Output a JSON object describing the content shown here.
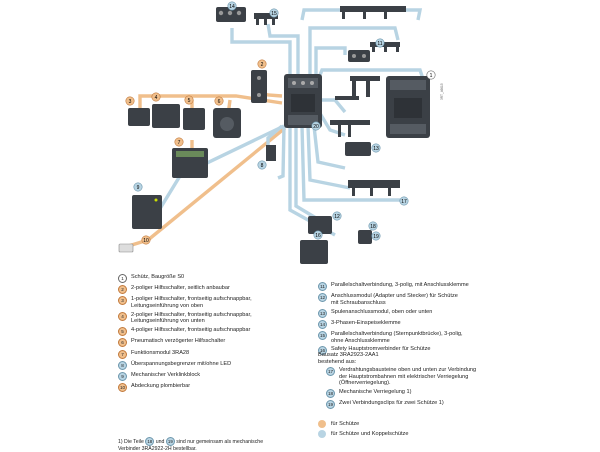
{
  "doc_id": "3RT_46615",
  "callouts": {
    "n1": "1",
    "n2": "2",
    "n3": "3",
    "n4": "4",
    "n5": "5",
    "n6": "6",
    "n7": "7",
    "n8": "8",
    "n9": "9",
    "n10": "10",
    "n11": "11",
    "n12": "12",
    "n13": "13",
    "n14": "14",
    "n15": "15",
    "n16": "16",
    "n17": "17",
    "n18": "18",
    "n19": "19",
    "n20": "20"
  },
  "legend_left": [
    {
      "n": "1",
      "style": "plain",
      "text": "Schütz, Baugröße S0"
    },
    {
      "n": "2",
      "style": "or",
      "text": "2-poliger Hilfsschalter, seitlich anbaubar"
    },
    {
      "n": "3",
      "style": "or",
      "text": "1-poliger Hilfsschalter, frontseitig aufschnappbar,\nLeitungseinführung von oben"
    },
    {
      "n": "4",
      "style": "or",
      "text": "2-poliger Hilfsschalter, frontseitig aufschnappbar,\nLeitungseinführung von unten"
    },
    {
      "n": "5",
      "style": "or",
      "text": "4-poliger Hilfsschalter, frontseitig aufschnappbar"
    },
    {
      "n": "6",
      "style": "or",
      "text": "Pneumatisch verzögerter Hilfsschalter"
    },
    {
      "n": "7",
      "style": "or",
      "text": "Funktionsmodul 3RA28"
    },
    {
      "n": "8",
      "style": "bl",
      "text": "Überspannungsbegrenzer mit/ohne LED"
    },
    {
      "n": "9",
      "style": "bl",
      "text": "Mechanischer Verklinkblock"
    },
    {
      "n": "10",
      "style": "or",
      "text": "Abdeckung plombierbar"
    }
  ],
  "legend_right": [
    {
      "n": "11",
      "style": "bl",
      "text": "Parallelschaltverbindung, 3-polig, mit Anschlussklemme"
    },
    {
      "n": "12",
      "style": "bl",
      "text": "Anschlussmodul (Adapter und Stecker) für Schütze\nmit Schraubanschluss"
    },
    {
      "n": "13",
      "style": "bl",
      "text": "Spulenanschlussmodul, oben oder unten"
    },
    {
      "n": "14",
      "style": "bl",
      "text": "3-Phasen-Einspeiseklemme"
    },
    {
      "n": "15",
      "style": "bl",
      "text": "Parallelschaltverbindung (Sternpunktbrücke), 3-polig,\nohne Anschlussklemme"
    },
    {
      "n": "16",
      "style": "bl",
      "text": "Safety Hauptstromverbinder für Schütze"
    }
  ],
  "kit": {
    "title": "Bausatz 3RA2923-2AA1\nbestehend aus:",
    "items": [
      {
        "n": "17",
        "style": "bl",
        "text": "Verdrahtungsbausteine oben und unten zur Verbindung\nder Hauptstrombahnen mit elektrischer Verriegelung\n(Öffnerverriegelung)."
      },
      {
        "n": "18",
        "style": "bl",
        "text": "Mechanische Verriegelung 1)"
      },
      {
        "n": "19",
        "style": "bl",
        "text": "Zwei Verbindungsclips für zwei Schütze 1)"
      }
    ]
  },
  "swatches": [
    {
      "color": "#f0bf8c",
      "text": "für Schütze"
    },
    {
      "color": "#b8d4e3",
      "text": "für Schütze und Koppelschütze"
    }
  ],
  "footnote": {
    "pre": "1) Die Teile ",
    "a": "18",
    "mid": " und ",
    "b": "19",
    "post": " sind nur gemeinsam als mechanische\nVerbinder 3RA2922-2H bestellbar."
  },
  "colors": {
    "orange": "#f0bf8c",
    "blue": "#b8d4e3",
    "device": "#3b4046"
  }
}
